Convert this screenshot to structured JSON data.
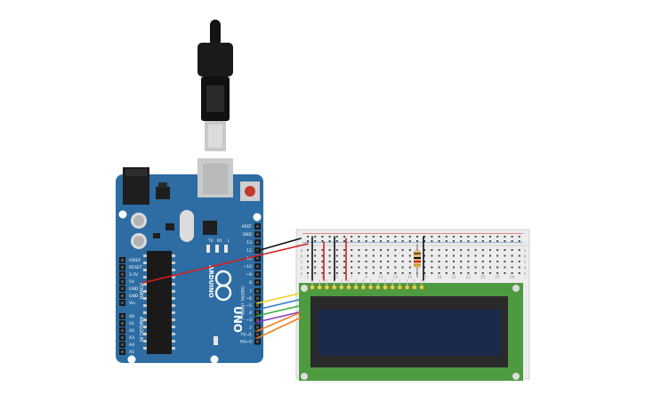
{
  "board": {
    "brand": "ARDUINO",
    "model": "UNO",
    "power_header": [
      "IOREF",
      "RESET",
      "3.3V",
      "5V",
      "GND",
      "GND",
      "Vin"
    ],
    "power_title": "POWER",
    "analog_header": [
      "A0",
      "A1",
      "A2",
      "A3",
      "A4",
      "A5"
    ],
    "analog_title": "ANALOG IN",
    "digital_header_top": [
      "AREF",
      "GND",
      "13",
      "12",
      "~11",
      "~10",
      "~9",
      "8"
    ],
    "digital_header_bottom": [
      "7",
      "~6",
      "~5",
      "4",
      "~3",
      "2",
      "TX→1",
      "RX←0"
    ],
    "digital_title": "DIGITAL (PWM~)",
    "led_labels": [
      "TX",
      "RX",
      "L"
    ]
  },
  "breadboard": {
    "column_numbers": [
      "1",
      "3",
      "5",
      "7",
      "9",
      "11",
      "13",
      "15",
      "17",
      "19",
      "21",
      "23",
      "25",
      "27",
      "29"
    ],
    "row_letters": [
      "a",
      "b",
      "c",
      "d",
      "e"
    ]
  },
  "lcd": {
    "pin_count": 16
  },
  "colors": {
    "board": "#2d6da3",
    "lcd_pcb": "#4e9a40",
    "lcd_screen": "#1b2a4a",
    "wire_red": "#d81e1e",
    "wire_black": "#111111",
    "wire_colors": [
      "#f2d41c",
      "#2b7bd1",
      "#3cae3c",
      "#8e3bc4",
      "#f07f1c",
      "#d81e1e"
    ]
  }
}
